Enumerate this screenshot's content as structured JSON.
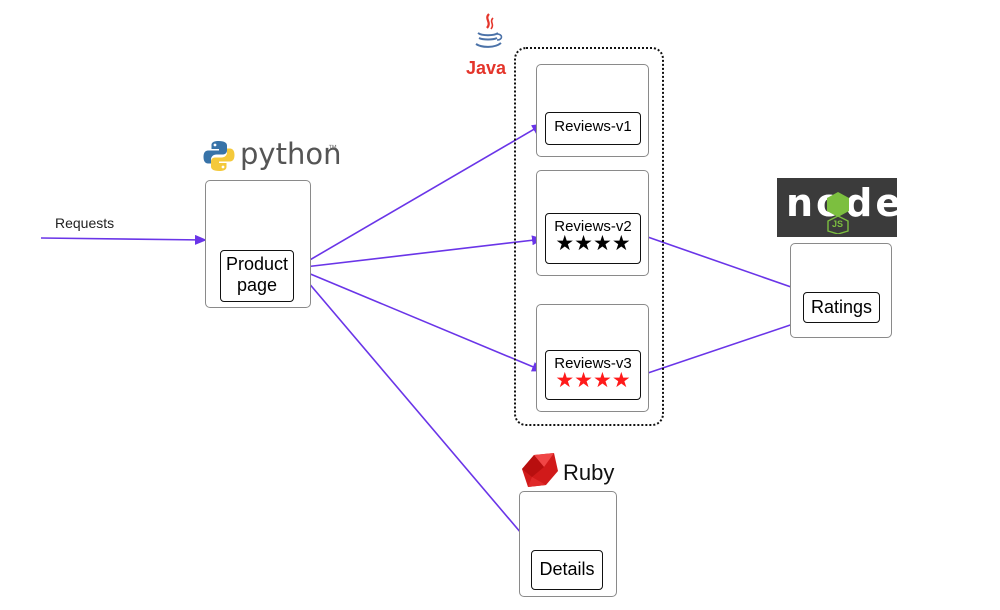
{
  "diagram": {
    "requests_label": "Requests",
    "logos": {
      "python": "python",
      "python_tm": "™",
      "java": "Java",
      "ruby": "Ruby",
      "node": "node",
      "node_js": "JS"
    },
    "services": {
      "productpage": {
        "line1": "Product",
        "line2": "page"
      },
      "reviews_v1": {
        "label": "Reviews-v1"
      },
      "reviews_v2": {
        "label": "Reviews-v2",
        "stars": "★★★★",
        "star_color": "#000000"
      },
      "reviews_v3": {
        "label": "Reviews-v3",
        "stars": "★★★★",
        "star_color": "#ff1a1a"
      },
      "ratings": {
        "label": "Ratings"
      },
      "details": {
        "label": "Details"
      }
    },
    "colors": {
      "arrow": "#6a35e8",
      "python_blue": "#3873a8",
      "python_yellow": "#f4c93b",
      "java_red": "#e4352b",
      "java_blue": "#4b72a8",
      "ruby_red": "#d11a1a",
      "node_bg": "#3b3b3b",
      "node_green": "#7cbf3f"
    }
  }
}
